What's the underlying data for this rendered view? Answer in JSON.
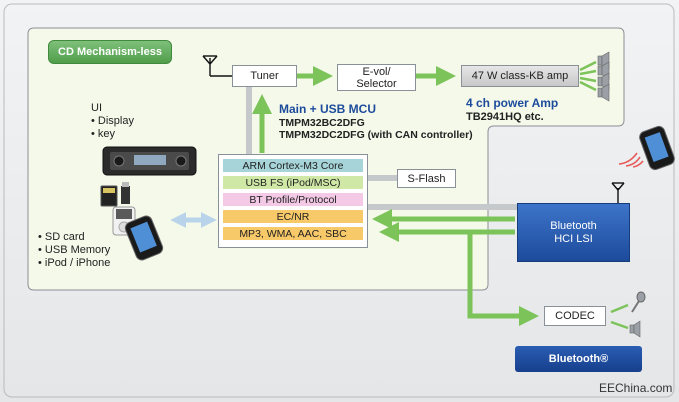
{
  "region_label": "CD Mechanism-less",
  "tuner": {
    "label": "Tuner"
  },
  "evol": {
    "line1": "E-vol/",
    "line2": "Selector"
  },
  "amp": {
    "label": "47 W class-KB amp",
    "title": "4 ch power Amp",
    "part": "TB2941HQ etc."
  },
  "mcu": {
    "title": "Main + USB MCU",
    "part1": "TMPM32BC2DFG",
    "part2": "TMPM32DC2DFG (with CAN controller)"
  },
  "ui": {
    "title": "UI",
    "items": [
      "• Display",
      "• key"
    ]
  },
  "stack": [
    {
      "label": "ARM Cortex-M3 Core",
      "color": "#a6d4d8"
    },
    {
      "label": "USB FS (iPod/MSC)",
      "color": "#cfe8a6"
    },
    {
      "label": "BT Profile/Protocol",
      "color": "#f3c9e6"
    },
    {
      "label": "EC/NR",
      "color": "#f8c969"
    },
    {
      "label": "MP3, WMA, AAC, SBC",
      "color": "#f8c969"
    }
  ],
  "sflash": {
    "label": "S-Flash"
  },
  "bt_lsi": {
    "line1": "Bluetooth",
    "line2": "HCI LSI"
  },
  "media": {
    "items": [
      "• SD card",
      "• USB Memory",
      "• iPod / iPhone"
    ]
  },
  "codec": {
    "label": "CODEC"
  },
  "bluetooth_button": {
    "label": "Bluetooth®"
  },
  "watermark": "EEChina.com",
  "colors": {
    "green_arrow": "#7cc35a",
    "bus_gray": "#c6c9cc",
    "region_fill": "#f4f9ea",
    "region_border": "#8a9097",
    "bt_blue": "#1d4b9c"
  }
}
